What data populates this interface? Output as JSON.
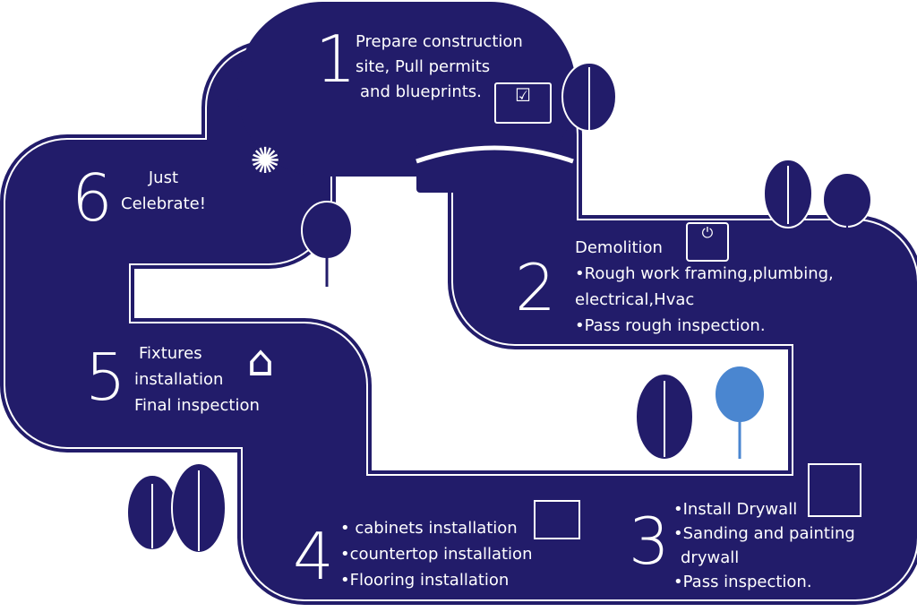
{
  "colors": {
    "road": "#221c6a",
    "accent_tree": "#4a86d0",
    "outline": "#ffffff"
  },
  "steps": [
    {
      "number": "1",
      "lines": [
        "Prepare construction",
        "site, Pull permits",
        "and blueprints."
      ],
      "icon": "blueprint-checklist-icon"
    },
    {
      "number": "2",
      "lines": [
        "Demolition",
        "•Rough work framing,plumbing,",
        "electrical,Hvac",
        "•Pass rough inspection."
      ],
      "icon": "power-strip-plug-icon"
    },
    {
      "number": "3",
      "lines": [
        "•Install Drywall",
        "•Sanding and painting",
        "drywall",
        "•Pass inspection."
      ],
      "icon": "drywall-panel-icon"
    },
    {
      "number": "4",
      "lines": [
        "• cabinets installation",
        "•countertop installation",
        "•Flooring installation"
      ],
      "icon": "kitchen-cabinets-icon"
    },
    {
      "number": "5",
      "lines": [
        "Fixtures",
        "installation",
        "Final inspection"
      ],
      "icon": "house-inspection-icon"
    },
    {
      "number": "6",
      "lines": [
        "Just",
        "Celebrate!"
      ],
      "icon": "celebration-people-icon"
    }
  ]
}
